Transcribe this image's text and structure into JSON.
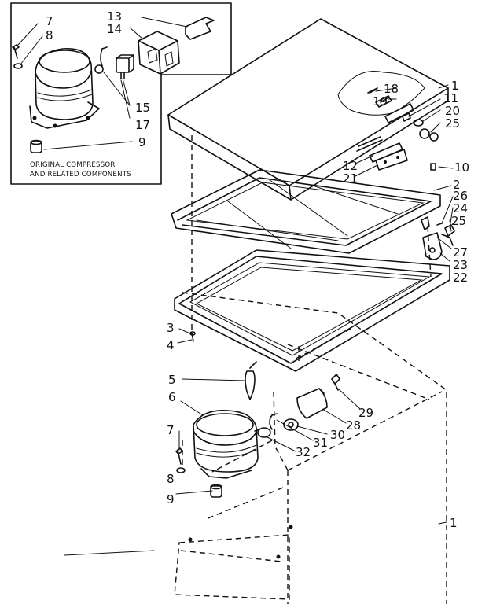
{
  "inset": {
    "caption_line1": "ORIGINAL COMPRESSOR",
    "caption_line2": "AND RELATED COMPONENTS",
    "callouts": {
      "c7": "7",
      "c8": "8",
      "c9": "9",
      "c13": "13",
      "c14": "14",
      "c15": "15",
      "c17": "17"
    }
  },
  "callouts": {
    "c1": "1",
    "c1b": "1",
    "c2": "2",
    "c3": "3",
    "c4": "4",
    "c5": "5",
    "c6": "6",
    "c7": "7",
    "c8": "8",
    "c9": "9",
    "c10": "10",
    "c11": "11",
    "c12": "12",
    "c18": "18",
    "c19": "19",
    "c20": "20",
    "c21": "21",
    "c22": "22",
    "c23": "23",
    "c24": "24",
    "c25": "25",
    "c26": "26",
    "c27": "27",
    "c28": "28",
    "c29": "29",
    "c30": "30",
    "c31": "31",
    "c32": "32"
  }
}
